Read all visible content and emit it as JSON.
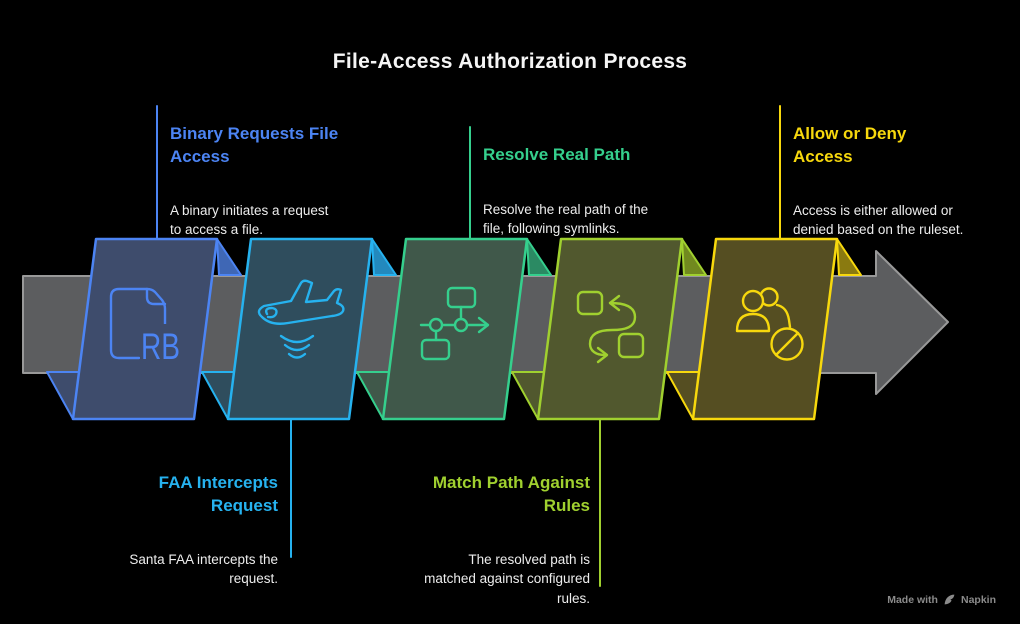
{
  "title": "File-Access Authorization Process",
  "title_color": "#f5f5f5",
  "background_color": "#000000",
  "arrow": {
    "fill": "#5c5d5f",
    "stroke": "#999999"
  },
  "steps": [
    {
      "heading": "Binary Requests File\nAccess",
      "body": "A binary initiates a request\nto access a file.",
      "color": "#4c84f3",
      "face_fill": "#3e4c6c",
      "fold_fill": "#3f67b5",
      "icon": "file-rb-icon",
      "icon_label": "RB",
      "label_position": "above"
    },
    {
      "heading": "FAA Intercepts\nRequest",
      "body": "Santa FAA intercepts the\nrequest.",
      "color": "#26b2ef",
      "face_fill": "#2f4d5d",
      "fold_fill": "#2389bd",
      "icon": "airplane-radar-icon",
      "label_position": "below"
    },
    {
      "heading": "Resolve Real Path",
      "body": "Resolve the real path of the\nfile, following symlinks.",
      "color": "#35cf8d",
      "face_fill": "#40584a",
      "fold_fill": "#2b8a63",
      "icon": "flowchart-path-icon",
      "label_position": "above"
    },
    {
      "heading": "Match Path Against\nRules",
      "body": "The resolved path is\nmatched against configured\nrules.",
      "color": "#a0d02f",
      "face_fill": "#51582e",
      "fold_fill": "#71891f",
      "icon": "winding-path-icon",
      "label_position": "below"
    },
    {
      "heading": "Allow or Deny\nAccess",
      "body": "Access is either allowed or\ndenied based on the ruleset.",
      "color": "#f7d80d",
      "face_fill": "#554e22",
      "fold_fill": "#8a7a10",
      "icon": "users-denied-icon",
      "label_position": "above"
    }
  ],
  "footer": {
    "prefix": "Made with",
    "brand": "Napkin",
    "logo": "napkin-logo-icon",
    "color": "#8b8b8b"
  }
}
